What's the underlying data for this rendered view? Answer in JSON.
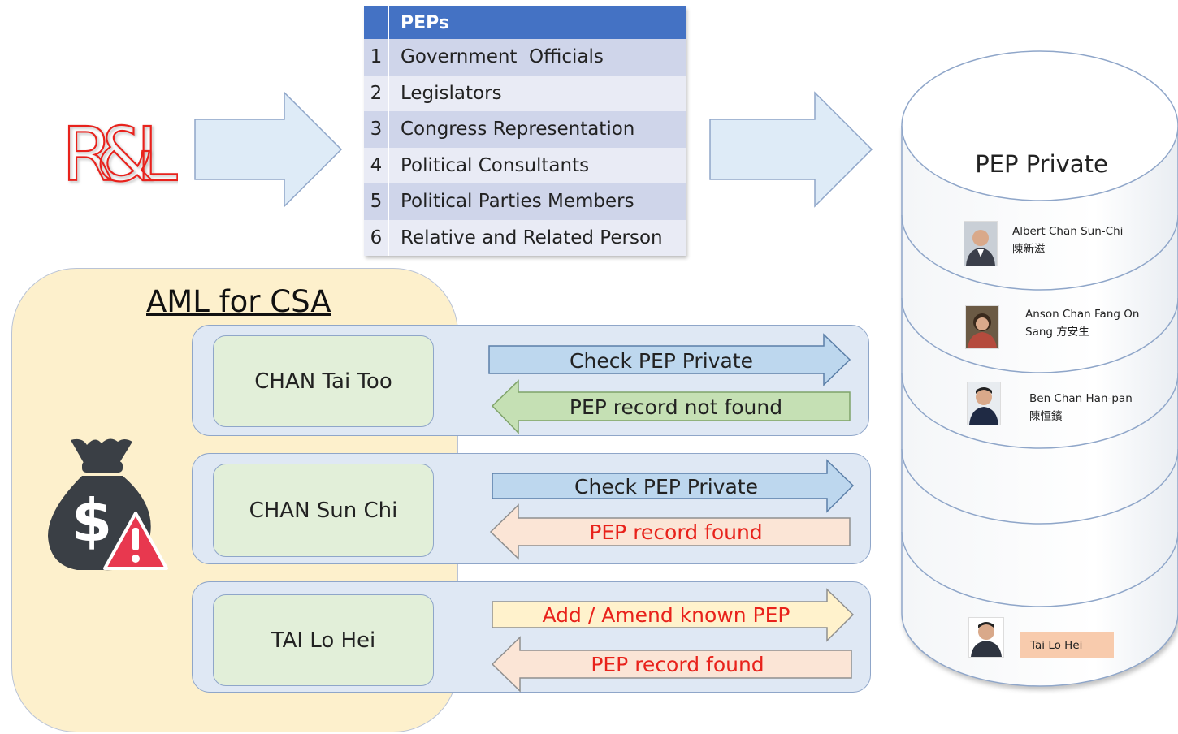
{
  "logo": {
    "text": "R&L"
  },
  "pep_table": {
    "header": "PEPs",
    "rows": [
      {
        "num": "1",
        "label": "Government  Officials"
      },
      {
        "num": "2",
        "label": "Legislators"
      },
      {
        "num": "3",
        "label": "Congress Representation"
      },
      {
        "num": "4",
        "label": "Political Consultants"
      },
      {
        "num": "5",
        "label": "Political Parties Members"
      },
      {
        "num": "6",
        "label": "Relative and Related Person"
      }
    ]
  },
  "aml": {
    "title": "AML for CSA",
    "rows": [
      {
        "name": "CHAN Tai Too",
        "request": "Check PEP Private",
        "response": "PEP record not found"
      },
      {
        "name": "CHAN Sun Chi",
        "request": "Check PEP Private",
        "response": "PEP record found"
      },
      {
        "name": "TAI Lo Hei",
        "request": "Add / Amend known PEP",
        "response": "PEP record found"
      }
    ]
  },
  "database": {
    "title": "PEP Private",
    "entries": [
      {
        "line1": "Albert Chan Sun-Chi",
        "line2": "陳新滋"
      },
      {
        "line1": "Anson Chan Fang On",
        "line2": "Sang 方安生"
      },
      {
        "line1": "Ben Chan Han-pan",
        "line2": "陳恒鑌"
      }
    ],
    "new_entry": "Tai Lo Hei"
  },
  "colors": {
    "table_header": "#4472c4",
    "arrow_request": "#bdd7ee",
    "arrow_not_found": "#c5e0b4",
    "arrow_found": "#fbe5d6",
    "arrow_add": "#fff2cc",
    "found_text": "#e8221b",
    "panel": "#fdf0cc"
  }
}
